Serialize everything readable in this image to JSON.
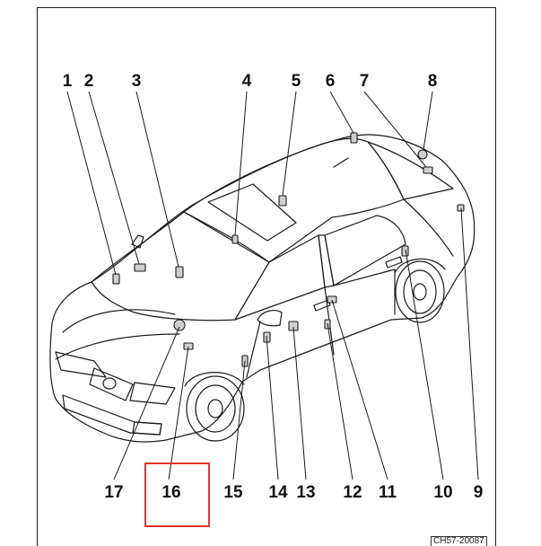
{
  "top_numbers": [
    "1",
    "2",
    "3",
    "4",
    "5",
    "6",
    "7",
    "8"
  ],
  "bottom_numbers": [
    "17",
    "16",
    "15",
    "14",
    "13",
    "12",
    "11",
    "10",
    "9"
  ],
  "reference_code": "CH57-20087",
  "colors": {
    "line": "#1a1a1a",
    "highlight": "#e5332f",
    "sensor_fill": "#cfcfcf"
  }
}
